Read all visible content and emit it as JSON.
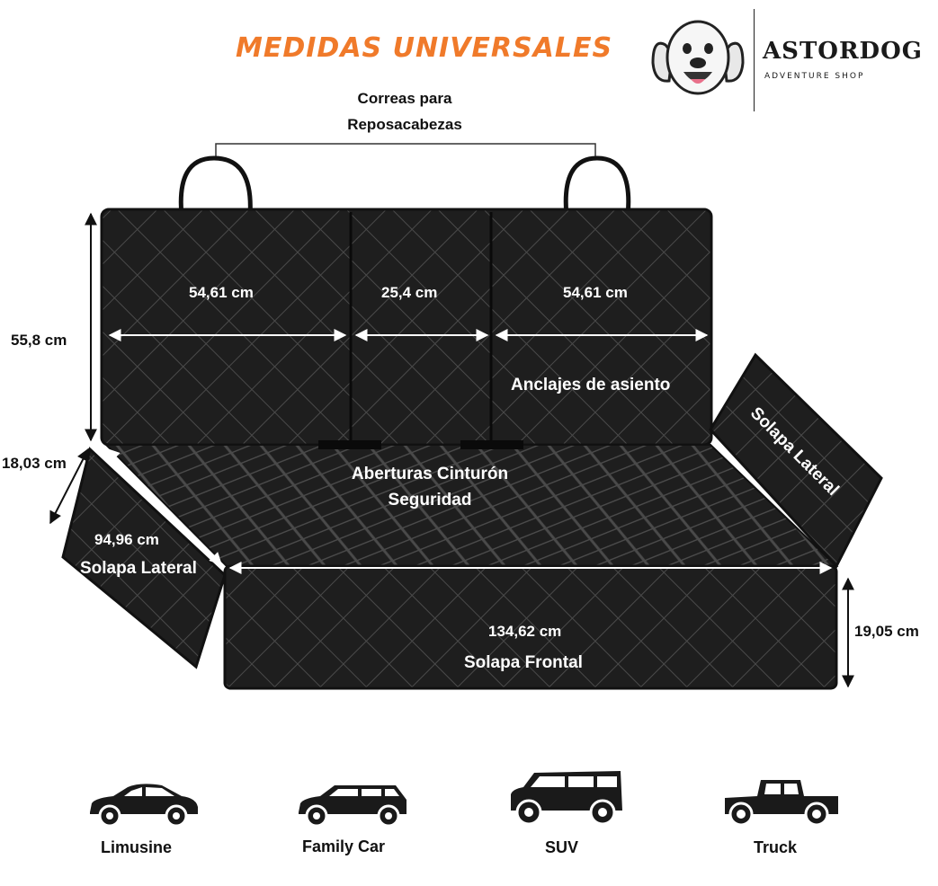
{
  "header": {
    "title": "MEDIDAS UNIVERSALES",
    "brand_name": "ASTORDOG",
    "brand_tagline": "ADVENTURE SHOP"
  },
  "labels": {
    "straps_line1": "Correas para",
    "straps_line2": "Reposacabezas",
    "width_left": "54,61 cm",
    "width_center": "25,4 cm",
    "width_right": "54,61 cm",
    "height_back": "55,8 cm",
    "seat_anchors": "Anclajes de asiento",
    "side_flap_right": "Solapa Lateral",
    "side_flap_depth": "18,03 cm",
    "belt_openings_line1": "Aberturas Cinturón",
    "belt_openings_line2": "Seguridad",
    "seat_length": "94,96 cm",
    "side_flap_left": "Solapa Lateral",
    "front_width": "134,62 cm",
    "front_flap": "Solapa Frontal",
    "front_height": "19,05 cm"
  },
  "vehicles": [
    {
      "label": "Limusine",
      "icon": "sedan-icon"
    },
    {
      "label": "Family Car",
      "icon": "wagon-icon"
    },
    {
      "label": "SUV",
      "icon": "suv-icon"
    },
    {
      "label": "Truck",
      "icon": "truck-icon"
    }
  ],
  "colors": {
    "title": "#f07a2a",
    "cover": "#1c1c1c",
    "quilt": "#3a3a3a"
  }
}
